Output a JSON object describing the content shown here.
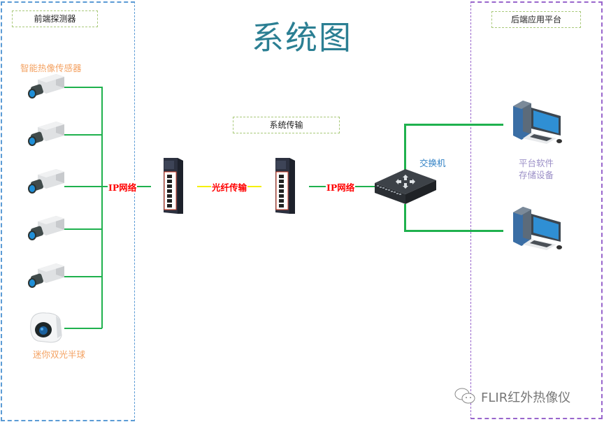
{
  "title": "系统图",
  "zones": {
    "front": {
      "label": "前端探测器",
      "border_color": "#5b9bd5"
    },
    "back": {
      "label": "后端应用平台",
      "border_color": "#9966cc"
    }
  },
  "middle_label": "系统传输",
  "front_devices": {
    "group_label": "智能热像传感器",
    "cameras": [
      {
        "type": "bullet-camera"
      },
      {
        "type": "bullet-camera"
      },
      {
        "type": "bullet-camera"
      },
      {
        "type": "bullet-camera"
      },
      {
        "type": "bullet-camera"
      }
    ],
    "dome": {
      "type": "mini-dome-camera",
      "label": "迷你双光半球"
    }
  },
  "links": {
    "ip_network_1": "IP网络",
    "fiber": "光纤传输",
    "ip_network_2": "IP网络"
  },
  "switch_label": "交换机",
  "back_devices": {
    "label_line1": "平台软件",
    "label_line2": "存储设备"
  },
  "watermark": "FLIR红外热像仪",
  "colors": {
    "title": "#2b7f93",
    "link_line": "#1fb14e",
    "fiber_line": "#f5f000",
    "link_label": "#ff0000",
    "sensor_label": "#f4a262",
    "switch_label": "#2e7fc4",
    "platform_label": "#9b8fc7"
  }
}
